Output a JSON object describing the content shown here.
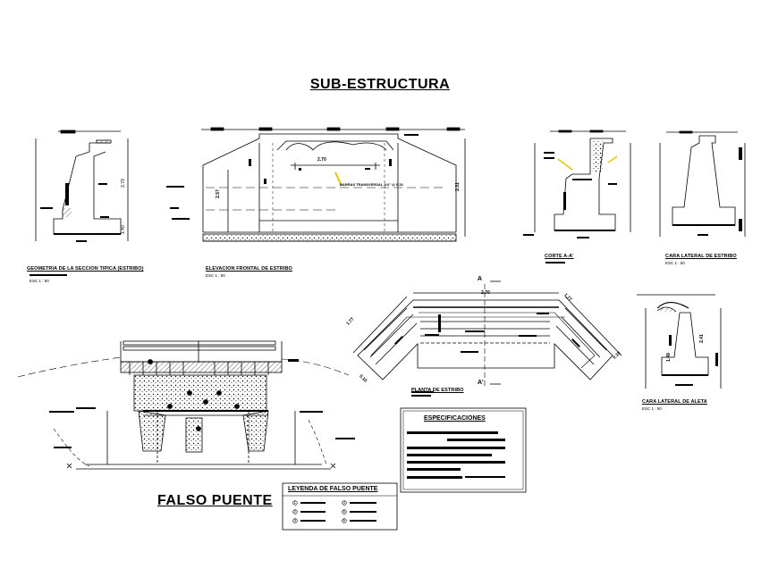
{
  "titles": {
    "main": "SUB-ESTRUCTURA",
    "falso_puente": "FALSO PUENTE"
  },
  "captions": {
    "geometria": "GEOMETRIA DE LA SECCION TIPICA (ESTRIBO)",
    "elevacion": "ELEVACION FRONTAL DE ESTRIBO",
    "corte": "CORTE A-A'",
    "cara_estribo": "CARA LATERAL DE ESTRIBO",
    "planta": "PLANTA DE ESTRIBO",
    "cara_aleta": "CARA LATERAL DE ALETA"
  },
  "scales": {
    "geometria": "ESC 1 : 50",
    "elevacion": "ESC 1 : 50",
    "cara_estribo": "ESC 1 : 50",
    "cara_aleta": "ESC 1 : 50"
  },
  "section_marks": {
    "a_top": "A",
    "a_bottom": "A'"
  },
  "dimensions": {
    "elev_top": "2.70",
    "elev_height": "2.57",
    "elev_right": "2.31",
    "planta_top": "2.70",
    "planta_left": "1.77",
    "planta_left2": "0.10",
    "planta_right": "1.77",
    "planta_right2": "0.10",
    "aleta_h": "2.41",
    "aleta_h2": "1.49"
  },
  "annotations": {
    "elev_note": "BARRAS TRANSVERSAL 3/4\" @ 0.15"
  },
  "specs": {
    "title": "ESPECIFICACIONES"
  },
  "legend": {
    "title": "LEYENDA DE FALSO PUENTE",
    "items": [
      "1",
      "2",
      "3",
      "4",
      "5",
      "6"
    ]
  }
}
